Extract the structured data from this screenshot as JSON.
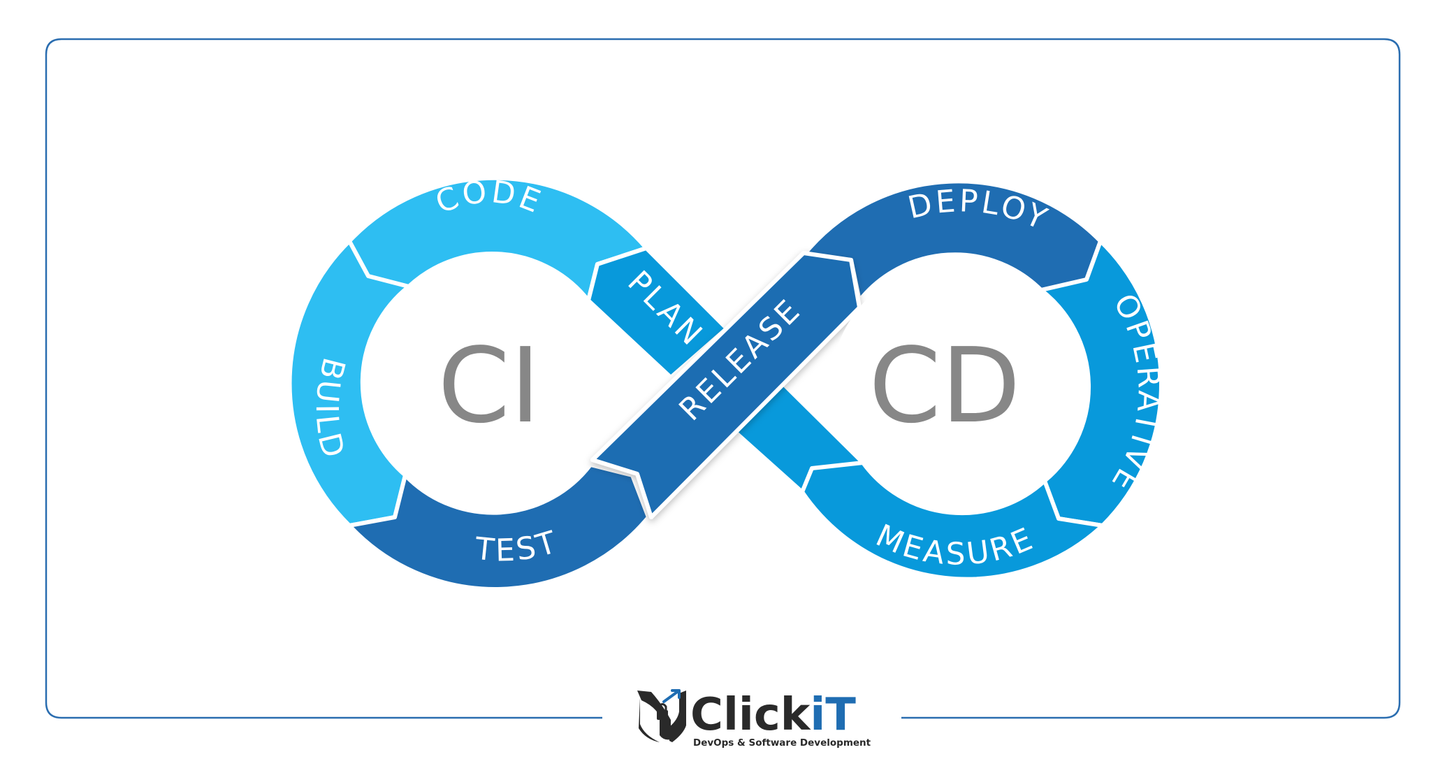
{
  "diagram": {
    "ci_label": "CI",
    "cd_label": "CD",
    "stages": {
      "code": "CODE",
      "build": "BUILD",
      "test": "TEST",
      "plan": "PLAN",
      "release": "RELEASE",
      "deploy": "DEPLOY",
      "operative": "OPERATIVE",
      "measure": "MEASURE"
    }
  },
  "brand": {
    "name_main": "Click",
    "name_accent": "iT",
    "tagline": "DevOps & Software Development"
  },
  "colors": {
    "light_blue": "#2EBEF2",
    "mid_blue": "#0899DB",
    "dark_blue": "#1F6DB2",
    "frame": "#2A6DB0",
    "center_text": "#878787",
    "logo_dark": "#2A2A2A",
    "logo_accent": "#1F6DB2"
  }
}
